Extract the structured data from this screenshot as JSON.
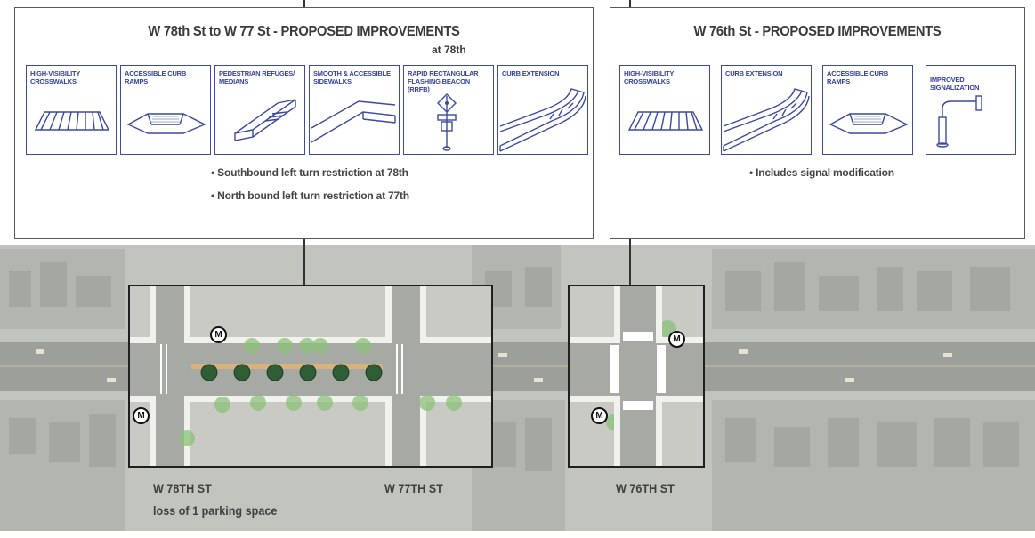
{
  "left_panel": {
    "title": "W 78th St to W 77 St - PROPOSED IMPROVEMENTS",
    "overhead_note": "at 78th",
    "cards": [
      {
        "label": "HIGH-VISIBILITY CROSSWALKS",
        "icon": "crosswalk-icon"
      },
      {
        "label": "ACCESSIBLE CURB RAMPS",
        "icon": "curb-ramp-icon"
      },
      {
        "label": "PEDESTRIAN REFUGES/ MEDIANS",
        "icon": "median-icon"
      },
      {
        "label": "SMOOTH & ACCESSIBLE SIDEWALKS",
        "icon": "sidewalk-icon"
      },
      {
        "label": "RAPID RECTANGULAR FLASHING BEACON (RRFB)",
        "icon": "rrfb-icon"
      },
      {
        "label": "CURB EXTENSION",
        "icon": "curb-extension-icon"
      }
    ],
    "notes": [
      "• Southbound left turn restriction at 78th",
      "• North bound left turn restriction at 77th"
    ]
  },
  "right_panel": {
    "title": "W 76th St - PROPOSED IMPROVEMENTS",
    "cards": [
      {
        "label": "HIGH-VISIBILITY CROSSWALKS",
        "icon": "crosswalk-icon"
      },
      {
        "label": "CURB EXTENSION",
        "icon": "curb-extension-icon"
      },
      {
        "label": "ACCESSIBLE CURB RAMPS",
        "icon": "curb-ramp-icon"
      },
      {
        "label": "IMPROVED SIGNALIZATION",
        "icon": "signal-icon"
      }
    ],
    "notes": [
      "• Includes signal modification"
    ]
  },
  "map": {
    "metro_marker": "M",
    "labels": {
      "w78": "W 78TH ST",
      "w78_note": "loss of 1 parking space",
      "w77": "W 77TH ST",
      "w76": "W 76TH ST"
    }
  },
  "colors": {
    "card_border": "#3c4aa0",
    "card_text": "#34429a",
    "tree_green": "#8cc27a"
  }
}
